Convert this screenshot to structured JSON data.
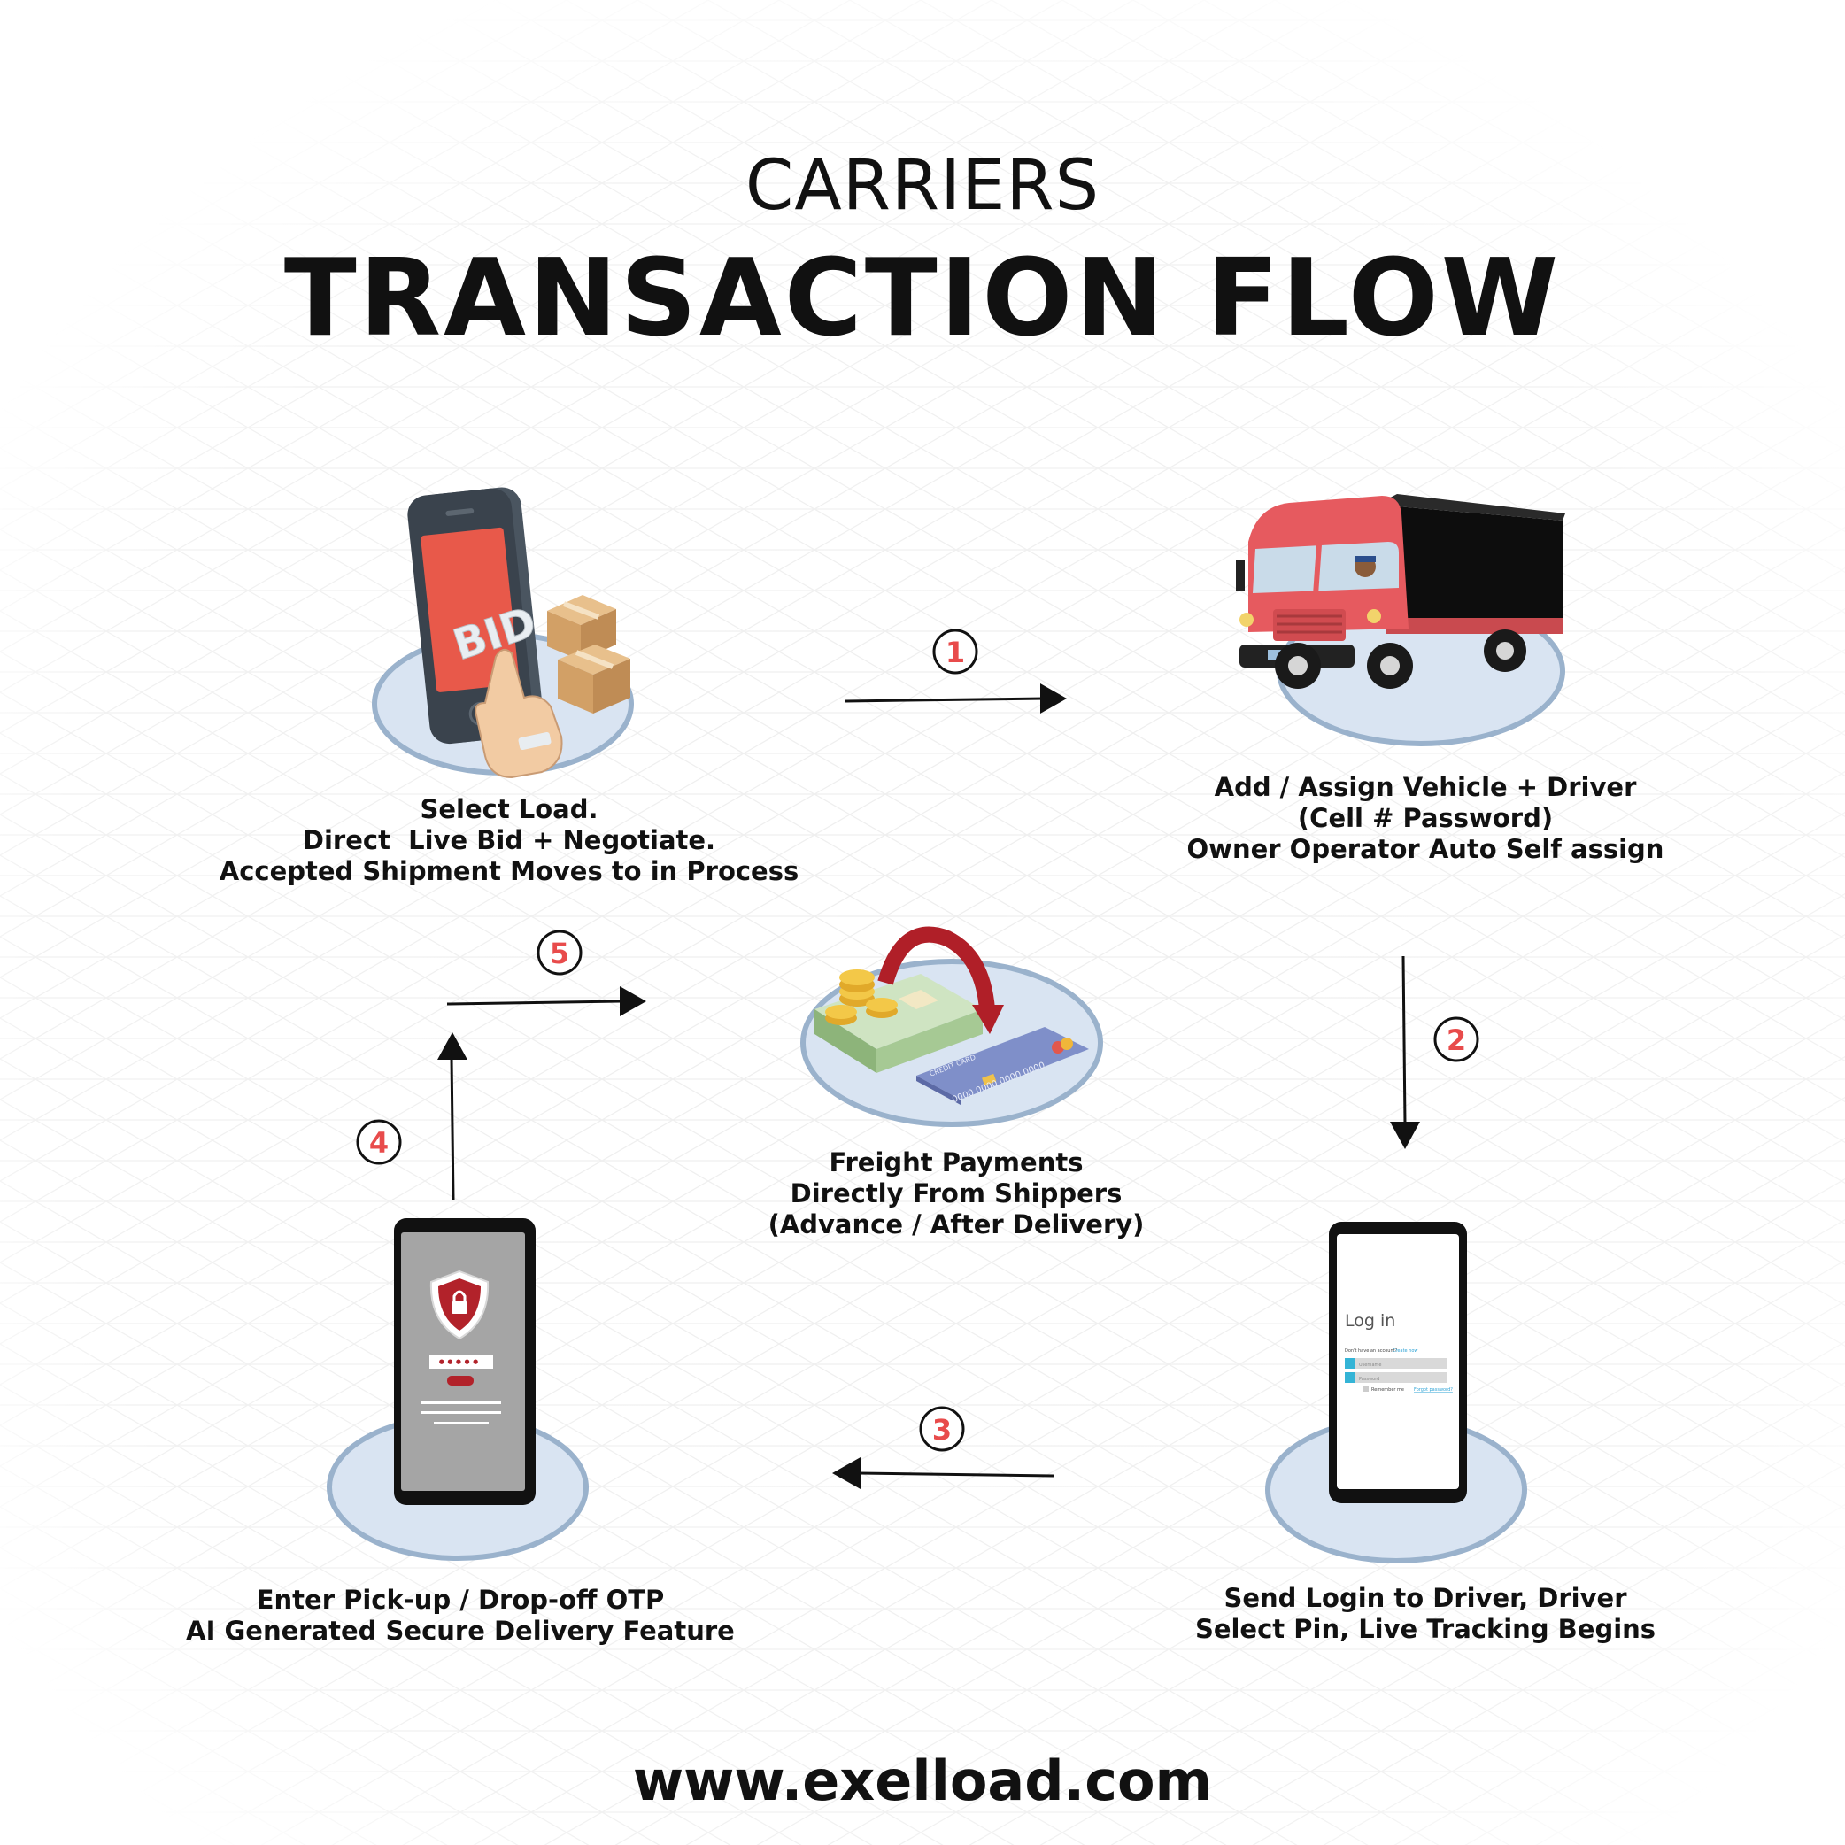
{
  "header": {
    "subtitle": "CARRIERS",
    "title": "TRANSACTION FLOW"
  },
  "steps": {
    "select_load": {
      "lines": [
        "Select Load.",
        "Direct  Live Bid + Negotiate.",
        "Accepted Shipment Moves to in Process"
      ],
      "screen_text": "BID"
    },
    "assign_vehicle": {
      "lines": [
        "Add / Assign Vehicle + Driver",
        "(Cell # Password)",
        "Owner Operator Auto Self assign"
      ]
    },
    "send_login": {
      "lines": [
        "Send Login to Driver, Driver",
        "Select Pin, Live Tracking Begins"
      ],
      "screen": {
        "title": "Log in",
        "prompt": "Don't have an account?",
        "prompt_link": "Create now",
        "username_placeholder": "Username",
        "password_placeholder": "Password",
        "remember_label": "Remember me",
        "forgot_link": "Forgot password?"
      }
    },
    "otp": {
      "lines": [
        "Enter Pick-up / Drop-off OTP",
        "AI Generated Secure Delivery Feature"
      ],
      "pin_mask": "•••••"
    },
    "payments": {
      "lines": [
        "Freight Payments",
        "Directly From Shippers",
        "(Advance / After Delivery)"
      ],
      "card_label": "CREDIT CARD",
      "card_number": "0000  0000  0000  0000"
    }
  },
  "arrows": [
    {
      "number": "1"
    },
    {
      "number": "2"
    },
    {
      "number": "3"
    },
    {
      "number": "4"
    },
    {
      "number": "5"
    }
  ],
  "colors": {
    "accent_red": "#e84b4b",
    "platform_fill": "#d9e4f2",
    "platform_stroke": "#9ab2cc",
    "truck_red": "#e65a5f",
    "truck_box": "#0d0d0d"
  },
  "footer": {
    "url": "www.exelload.com"
  }
}
